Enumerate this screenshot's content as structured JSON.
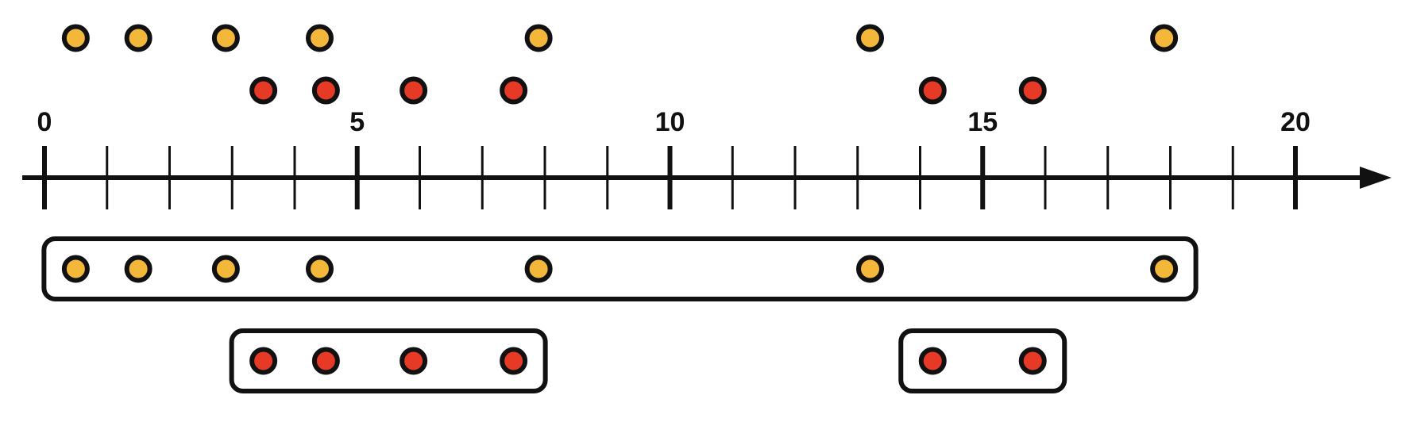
{
  "diagram": {
    "axis": {
      "min": 0,
      "max": 20,
      "tick_step": 1,
      "major_ticks": [
        0,
        5,
        10,
        15,
        20
      ],
      "tick_labels": [
        "0",
        "5",
        "10",
        "15",
        "20"
      ]
    },
    "colors": {
      "yellow_point": "#f3b83a",
      "red_point": "#e63a26",
      "stroke": "#111111",
      "background": "#ffffff"
    },
    "yellow_points": [
      0.5,
      1.5,
      2.9,
      4.4,
      7.9,
      13.2,
      17.9
    ],
    "red_points": [
      3.5,
      4.5,
      5.9,
      7.5,
      14.2,
      15.8
    ],
    "groups": [
      {
        "color": "yellow",
        "points": [
          0.5,
          1.5,
          2.9,
          4.4,
          7.9,
          13.2,
          17.9
        ]
      },
      {
        "color": "red",
        "points": [
          3.5,
          4.5,
          5.9,
          7.5
        ]
      },
      {
        "color": "red",
        "points": [
          14.2,
          15.8
        ]
      }
    ]
  }
}
